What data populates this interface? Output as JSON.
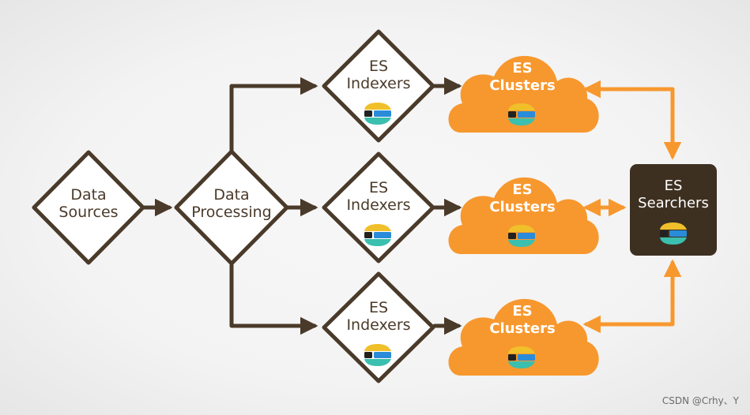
{
  "nodes": {
    "data_sources": {
      "line1": "Data",
      "line2": "Sources"
    },
    "data_processing": {
      "line1": "Data",
      "line2": "Processing"
    },
    "indexer": {
      "line1": "ES",
      "line2": "Indexers"
    },
    "cluster": {
      "line1": "ES",
      "line2": "Clusters"
    },
    "searchers": {
      "line1": "ES",
      "line2": "Searchers"
    }
  },
  "colors": {
    "brown": "#4a3a2a",
    "orange": "#f7982e",
    "dark_box": "#3d3021",
    "logo_yellow": "#f0c02a",
    "logo_teal": "#3bbfae",
    "logo_blue": "#2a8cd8",
    "logo_black": "#222222"
  },
  "watermark": "CSDN @Crhy、Y"
}
